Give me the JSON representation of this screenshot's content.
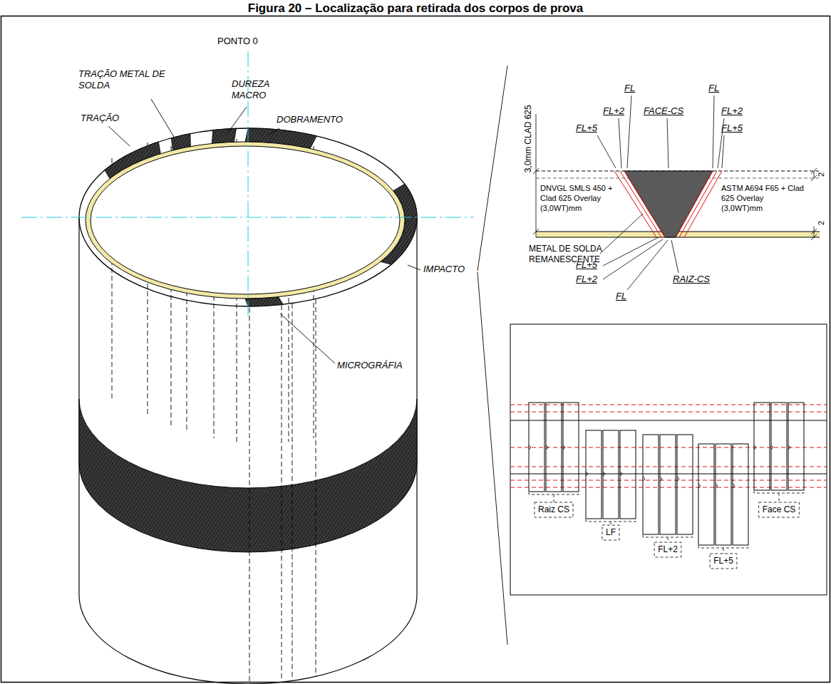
{
  "diagram": {
    "title": "Figura 20 – Localização para retirada dos corpos de prova",
    "labels": [
      "PONTO 0",
      "TRAÇÃO METAL DE SOLDA",
      "TRAÇÃO",
      "DUREZA MACRO",
      "DOBRAMENTO",
      "IMPACTO",
      "MICROGRÁFIA",
      "FL",
      "FL",
      "FACE-CS",
      "FL+2",
      "FL+2",
      "FL+5",
      "FL+5",
      "3,0mm",
      "CLAD 625",
      "2",
      "2",
      "DNVGL SMLS 450 + Clad 625 Overlay (3,0WT)mm",
      "ASTM A694 F65 + Clad 625 Overlay (3,0WT)mm",
      "METAL DE SOLDA REMANESCENTE",
      "FL+5",
      "FL+2",
      "FL",
      "RAIZ-CS",
      "Raiz CS",
      "LF",
      "FL+2",
      "FL+5",
      "Face CS"
    ]
  }
}
